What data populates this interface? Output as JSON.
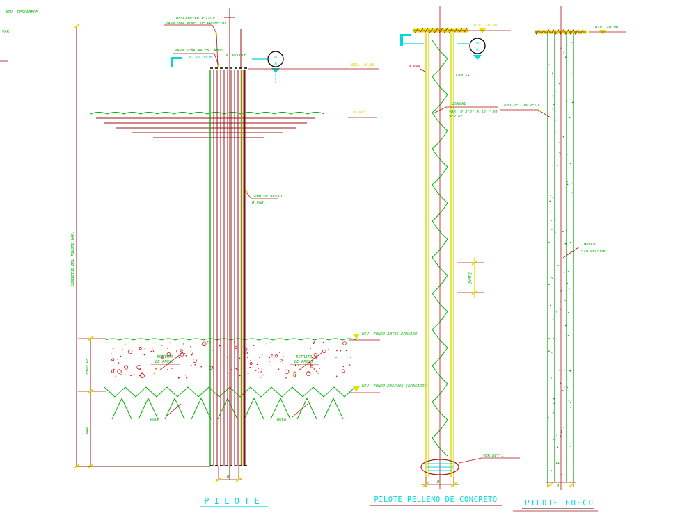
{
  "drawing": {
    "background": "#ffffff",
    "colors": {
      "line_dark_red": "#9e1414",
      "line_bright_red": "#cf1212",
      "green": "#00b300",
      "yellow": "#e2e200",
      "olive": "#8f8f00",
      "cyan": "#00dcdc",
      "black": "#000000",
      "gray": "#8a8a8a"
    }
  },
  "views": {
    "pilote": {
      "title": "P I L O T E",
      "labels": {
        "corner_note_1": "NIV. DESCABECE",
        "corner_note_2": "VAR.",
        "note1_line1": "DESCABEZAR PILOTE",
        "note1_line2": "PARA DAR NIVEL DE PROYECTO",
        "note2_line1": "PARA SEÑALAR EN CAMPO",
        "note2_line2": "N. +0.00 m",
        "n_pilote": "N. PILOTE",
        "niv_00": "NIV. +0.00",
        "nivel": "NIVEL",
        "dim_longitud": "LONGITUD DEL PILOTE VAR.",
        "tubo_line1": "TUBO DE ACERO",
        "tubo_line2": "Ø VAR.",
        "estrato_line1": "ESTRATO",
        "estrato_line2": "DE APOYO",
        "niv_fondo_antes": "NIV. FONDO ANTES DRAGADO",
        "niv_fondo_despues": "NIV. FONDO DESPUES (DRAGADO)",
        "roca": "ROCA",
        "dim_empotre": "EMPOTRE",
        "dim_var": "VAR.",
        "dim_diam": "Ø"
      }
    },
    "relleno": {
      "title": "PILOTE RELLENO DE CONCRETO",
      "labels": {
        "niv": "NIV. +0.00",
        "diam_var": "Ø VAR.",
        "camisa": "CAMISA",
        "zuncho_line1": "ZUNCHO",
        "zuncho_line2": "VAR. Ø 3/8\" A 15 Y 20",
        "zuncho_line3": "VER DET.",
        "paso": "[VAR]",
        "ver_det": "VER DET-1",
        "dim_diam": "Ø"
      }
    },
    "hueco": {
      "title": "PILOTE HUECO",
      "labels": {
        "niv": "NIV. +0.00",
        "tubo": "TUBO DE CONCRETO",
        "hueco_line1": "HUECO",
        "hueco_line2": "SIN RELLENO",
        "dim_diam": "Ø"
      }
    }
  },
  "symbols": {
    "wave": "≈",
    "water_letter_a": "A",
    "water_letter_b": "B"
  }
}
